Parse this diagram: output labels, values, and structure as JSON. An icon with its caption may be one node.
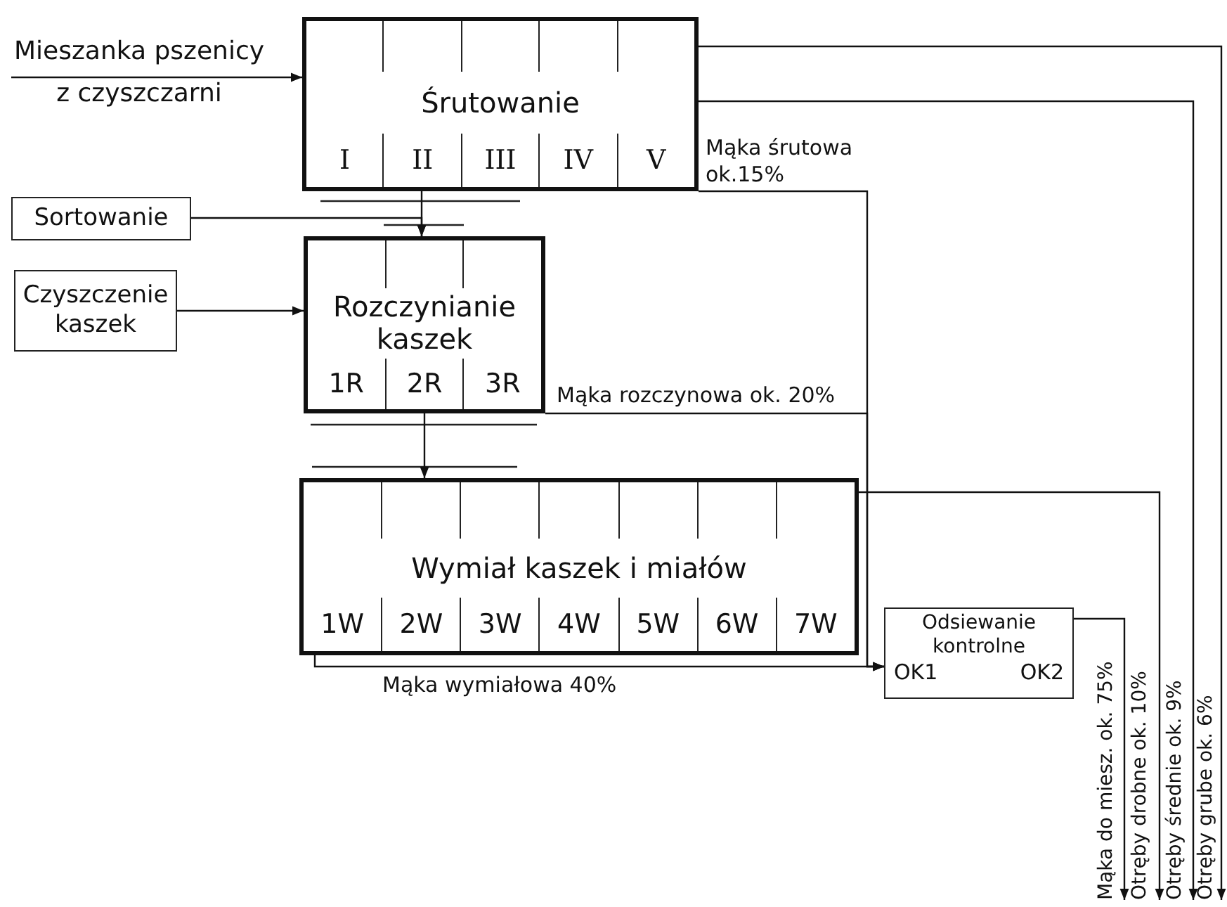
{
  "diagram": {
    "nodes": [
      {
        "text": [
          "Śrutowanie",
          "I",
          "II",
          "III",
          "IV",
          "V"
        ]
      },
      {
        "text": [
          "Sortowanie"
        ]
      },
      {
        "text": [
          "Czyszczenie kaszek"
        ]
      },
      {
        "text": [
          "Rozczynianie kaszek",
          "1R",
          "2R",
          "3R"
        ]
      },
      {
        "text": [
          "Wymiał kaszek i miałów",
          "1W",
          "2W",
          "3W",
          "4W",
          "5W",
          "6W",
          "7W"
        ]
      },
      {
        "text": [
          "Odsiewanie kontrolne",
          "OK1",
          "OK2"
        ]
      },
      {
        "text": [
          "Mieszanka pszenicy z czyszczarni"
        ]
      },
      {
        "text": [
          "Mąka do miesz. ok. 75%"
        ]
      },
      {
        "text": [
          "Otręby drobne ok. 10%"
        ]
      },
      {
        "text": [
          "Otręby średnie ok. 9%"
        ]
      },
      {
        "text": [
          "Otręby grube ok. 6%"
        ]
      }
    ],
    "edges": [
      {
        "from": 6,
        "to": 0,
        "arrow": "to"
      },
      {
        "from": 0,
        "to": 3,
        "arrow": "to"
      },
      {
        "from": 1,
        "to": 3,
        "arrow": "to"
      },
      {
        "from": 2,
        "to": 3,
        "arrow": "to"
      },
      {
        "from": 3,
        "to": 4,
        "arrow": "to"
      },
      {
        "from": 0,
        "to": 5,
        "arrow": "to",
        "label": "Mąka śrutowa ok.15%"
      },
      {
        "from": 3,
        "to": 5,
        "arrow": "to",
        "label": "Mąka rozczynowa ok. 20%"
      },
      {
        "from": 4,
        "to": 5,
        "arrow": "to",
        "label": "Mąka wymiałowa 40%"
      },
      {
        "from": 5,
        "to": 7,
        "arrow": "to"
      },
      {
        "from": 4,
        "to": 8,
        "arrow": "to"
      },
      {
        "from": 0,
        "to": 9,
        "arrow": "to"
      },
      {
        "from": 0,
        "to": 10,
        "arrow": "to"
      }
    ]
  }
}
